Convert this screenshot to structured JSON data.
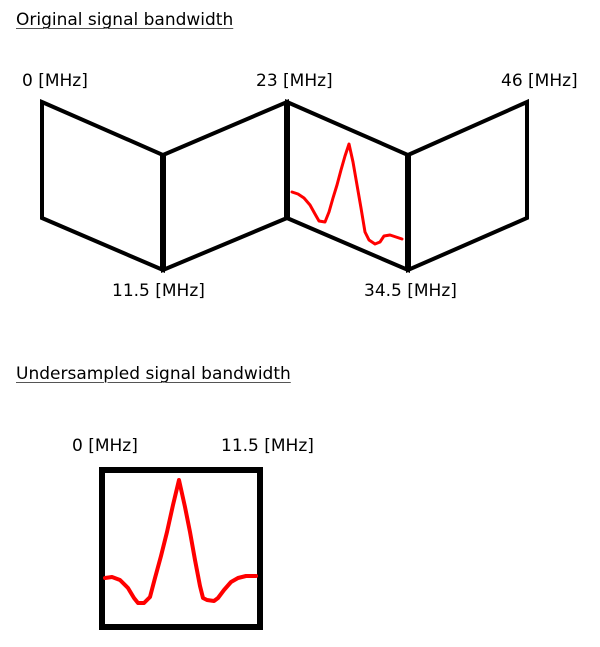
{
  "original": {
    "title": "Original signal bandwidth",
    "labels": {
      "f0": "0 [MHz]",
      "f23": "23 [MHz]",
      "f46": "46 [MHz]",
      "f11_5": "11.5 [MHz]",
      "f34_5": "34.5 [MHz]"
    }
  },
  "undersampled": {
    "title": "Undersampled signal bandwidth",
    "labels": {
      "f0": "0 [MHz]",
      "f11_5": "11.5 [MHz]"
    }
  },
  "colors": {
    "frame": "#000000",
    "signal": "#ff0000"
  }
}
